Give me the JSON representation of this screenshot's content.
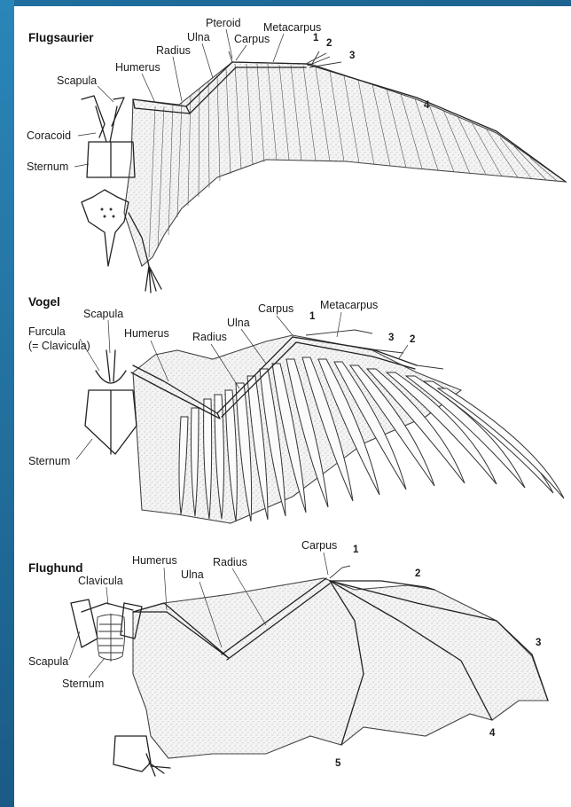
{
  "sections": {
    "pterosaur": {
      "title": "Flugsaurier",
      "labels": {
        "pteroid": "Pteroid",
        "metacarpus": "Metacarpus",
        "ulna": "Ulna",
        "carpus": "Carpus",
        "radius": "Radius",
        "humerus": "Humerus",
        "scapula": "Scapula",
        "coracoid": "Coracoid",
        "sternum": "Sternum",
        "d1": "1",
        "d2": "2",
        "d3": "3",
        "d4": "4"
      }
    },
    "bird": {
      "title": "Vogel",
      "labels": {
        "scapula": "Scapula",
        "furcula": "Furcula",
        "clavicula": "(= Clavicula)",
        "humerus": "Humerus",
        "radius": "Radius",
        "ulna": "Ulna",
        "carpus": "Carpus",
        "metacarpus": "Metacarpus",
        "sternum": "Sternum",
        "d1": "1",
        "d2": "2",
        "d3": "3"
      }
    },
    "bat": {
      "title": "Flughund",
      "labels": {
        "carpus": "Carpus",
        "humerus": "Humerus",
        "radius": "Radius",
        "clavicula": "Clavicula",
        "ulna": "Ulna",
        "scapula": "Scapula",
        "sternum": "Sternum",
        "d1": "1",
        "d2": "2",
        "d3": "3",
        "d4": "4",
        "d5": "5"
      }
    }
  }
}
